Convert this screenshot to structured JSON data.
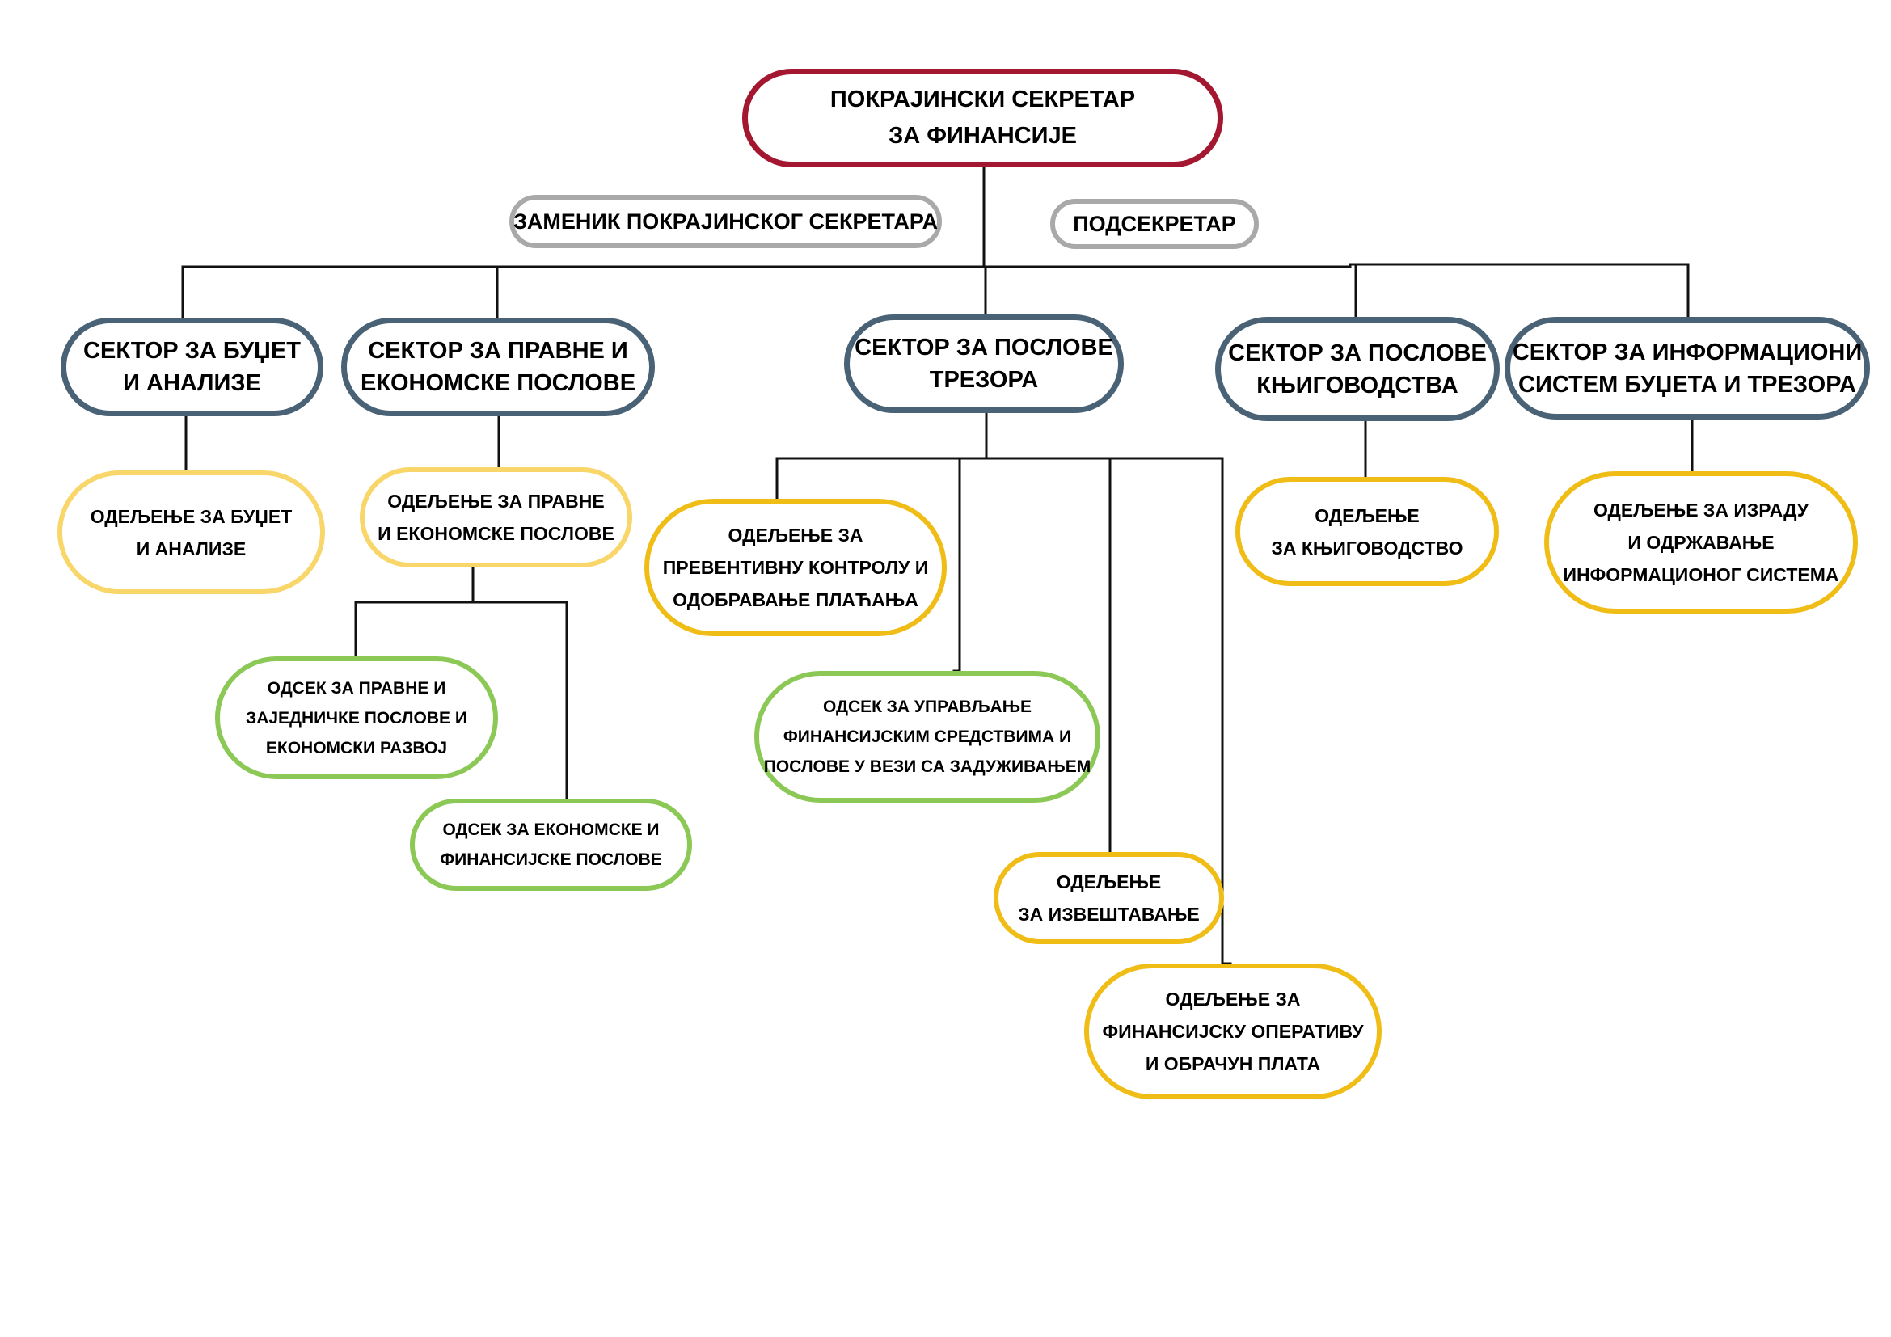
{
  "colors": {
    "top": "#a31830",
    "deputy": "#a9a9a9",
    "sector": "#4a6275",
    "department_light": "#f8d66a",
    "department": "#f0bc16",
    "section": "#8cc855",
    "connector": "#111111"
  },
  "top": {
    "line1": "ПОКРАЈИНСКИ СЕКРЕТАР",
    "line2": "ЗА ФИНАНСИЈЕ"
  },
  "deputy": {
    "label": "ЗАМЕНИК ПОКРАЈИНСКОГ СЕКРЕТАРА"
  },
  "undersecretary": {
    "label": "ПОДСЕКРЕТАР"
  },
  "sectors": {
    "budget": {
      "line1": "СЕКТОР ЗА БУЏЕТ",
      "line2": "И АНАЛИЗЕ"
    },
    "legal": {
      "line1": "СЕКТОР ЗА ПРАВНЕ И",
      "line2": "ЕКОНОМСКЕ ПОСЛОВЕ"
    },
    "treasury": {
      "line1": "СЕКТОР ЗА ПОСЛОВЕ",
      "line2": "ТРЕЗОРА"
    },
    "accounting": {
      "line1": "СЕКТОР ЗА ПОСЛОВЕ",
      "line2": "КЊИГОВОДСТВА"
    },
    "it": {
      "line1": "СЕКТОР ЗА ИНФОРМАЦИОНИ",
      "line2": "СИСТЕМ  БУЏЕТА И ТРЕЗОРА"
    }
  },
  "departments": {
    "budget": {
      "line1": "ОДЕЉЕЊЕ ЗА БУЏЕТ",
      "line2": "И АНАЛИЗЕ"
    },
    "legal": {
      "line1": "ОДЕЉЕЊЕ ЗА ПРАВНЕ",
      "line2": "И ЕКОНОМСКЕ ПОСЛОВЕ"
    },
    "preventive": {
      "line1": "ОДЕЉЕЊЕ ЗА",
      "line2": "ПРЕВЕНТИВНУ КОНТРОЛУ И",
      "line3": "ОДОБРАВАЊЕ ПЛАЋАЊА"
    },
    "reporting": {
      "line1": "ОДЕЉЕЊЕ",
      "line2": "ЗА ИЗВЕШТАВАЊЕ"
    },
    "operations": {
      "line1": "ОДЕЉЕЊЕ ЗА",
      "line2": "ФИНАНСИЈСКУ ОПЕРАТИВУ",
      "line3": "И ОБРАЧУН ПЛАТА"
    },
    "accounting": {
      "line1": "ОДЕЉЕЊЕ",
      "line2": "ЗА КЊИГОВОДСТВО"
    },
    "it": {
      "line1": "ОДЕЉЕЊЕ ЗА ИЗРАДУ",
      "line2": "И ОДРЖАВАЊЕ",
      "line3": "ИНФОРМАЦИОНОГ СИСТЕМА"
    }
  },
  "sections": {
    "legal_common": {
      "line1": "ОДСЕК ЗА ПРАВНЕ И",
      "line2": "ЗАЈЕДНИЧКЕ ПОСЛОВЕ  И",
      "line3": "ЕКОНОМСКИ РАЗВОЈ"
    },
    "economic_financial": {
      "line1": "ОДСЕК ЗА ЕКОНОМСКЕ И",
      "line2": "ФИНАНСИЈСКЕ ПОСЛОВЕ"
    },
    "funds_management": {
      "line1": "ОДСЕК ЗА УПРАВЉАЊЕ",
      "line2": "ФИНАНСИЈСКИМ СРЕДСТВИМА И",
      "line3": "ПОСЛОВЕ У ВЕЗИ СА ЗАДУЖИВАЊЕМ"
    }
  }
}
